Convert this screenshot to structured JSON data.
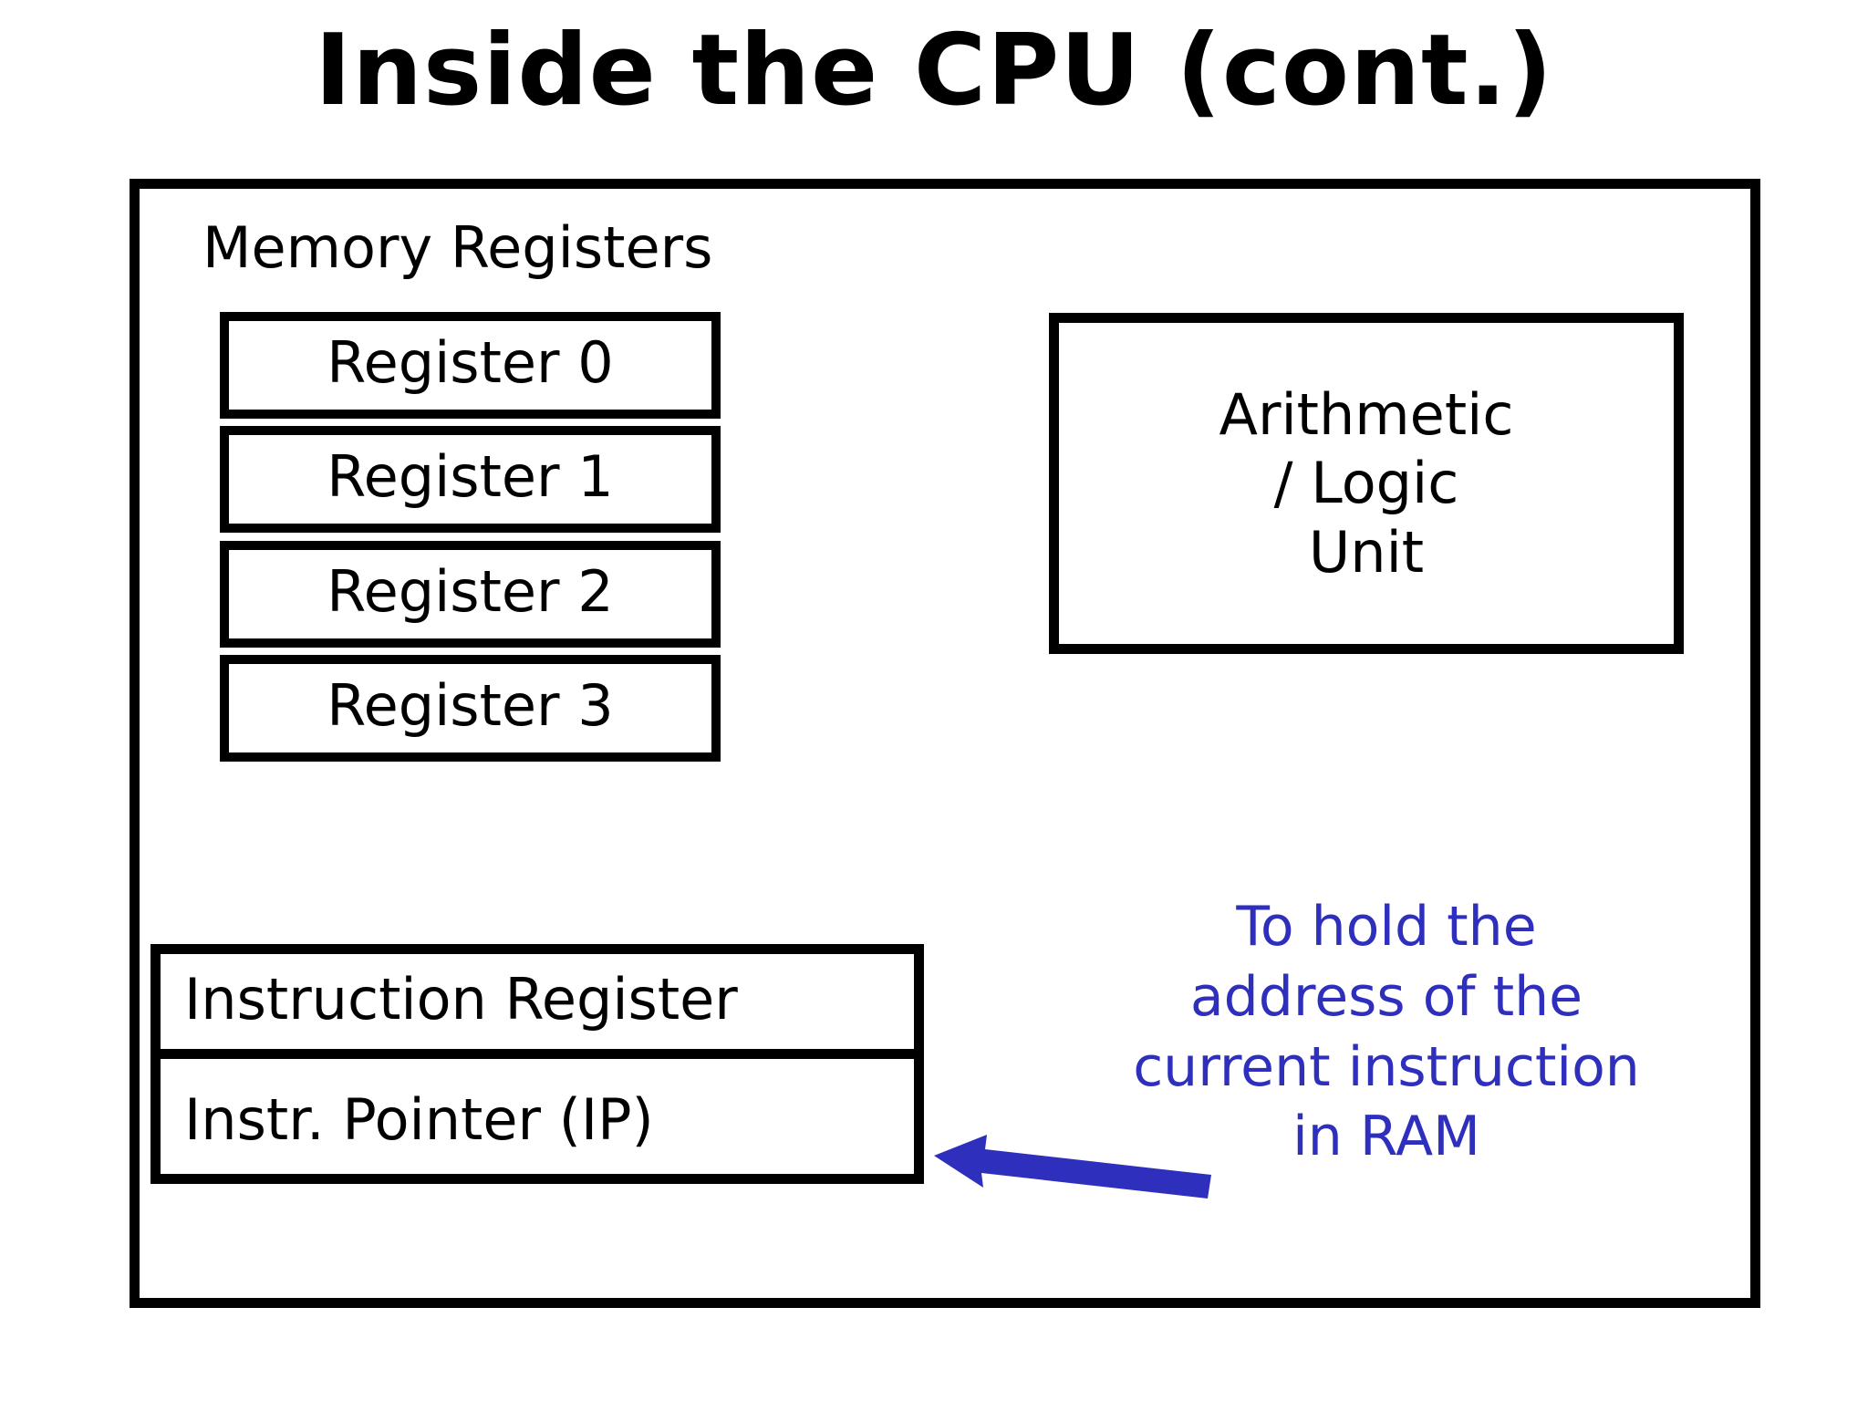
{
  "slide": {
    "title": "Inside the CPU (cont.)",
    "background_color": "#ffffff",
    "line_color": "#000000",
    "accent_color": "#2f2fbe"
  },
  "cpu": {
    "memory_registers_label": "Memory Registers",
    "registers": [
      {
        "label": "Register 0"
      },
      {
        "label": "Register 1"
      },
      {
        "label": "Register 2"
      },
      {
        "label": "Register 3"
      }
    ],
    "alu": {
      "lines": [
        "Arithmetic",
        "/ Logic",
        "Unit"
      ],
      "full_name": "Arithmetic / Logic Unit"
    },
    "instruction_cells": [
      {
        "label": "Instruction Register"
      },
      {
        "label": "Instr. Pointer (IP)"
      }
    ]
  },
  "annotation": {
    "color": "#2f2fbe",
    "lines": [
      "To hold the",
      "address of the",
      "current instruction",
      "in RAM"
    ],
    "full_text": "To hold the address of the current instruction in RAM",
    "arrow": {
      "name": "left-arrow-icon",
      "direction": "left",
      "points_to": "Instr. Pointer (IP)"
    }
  }
}
